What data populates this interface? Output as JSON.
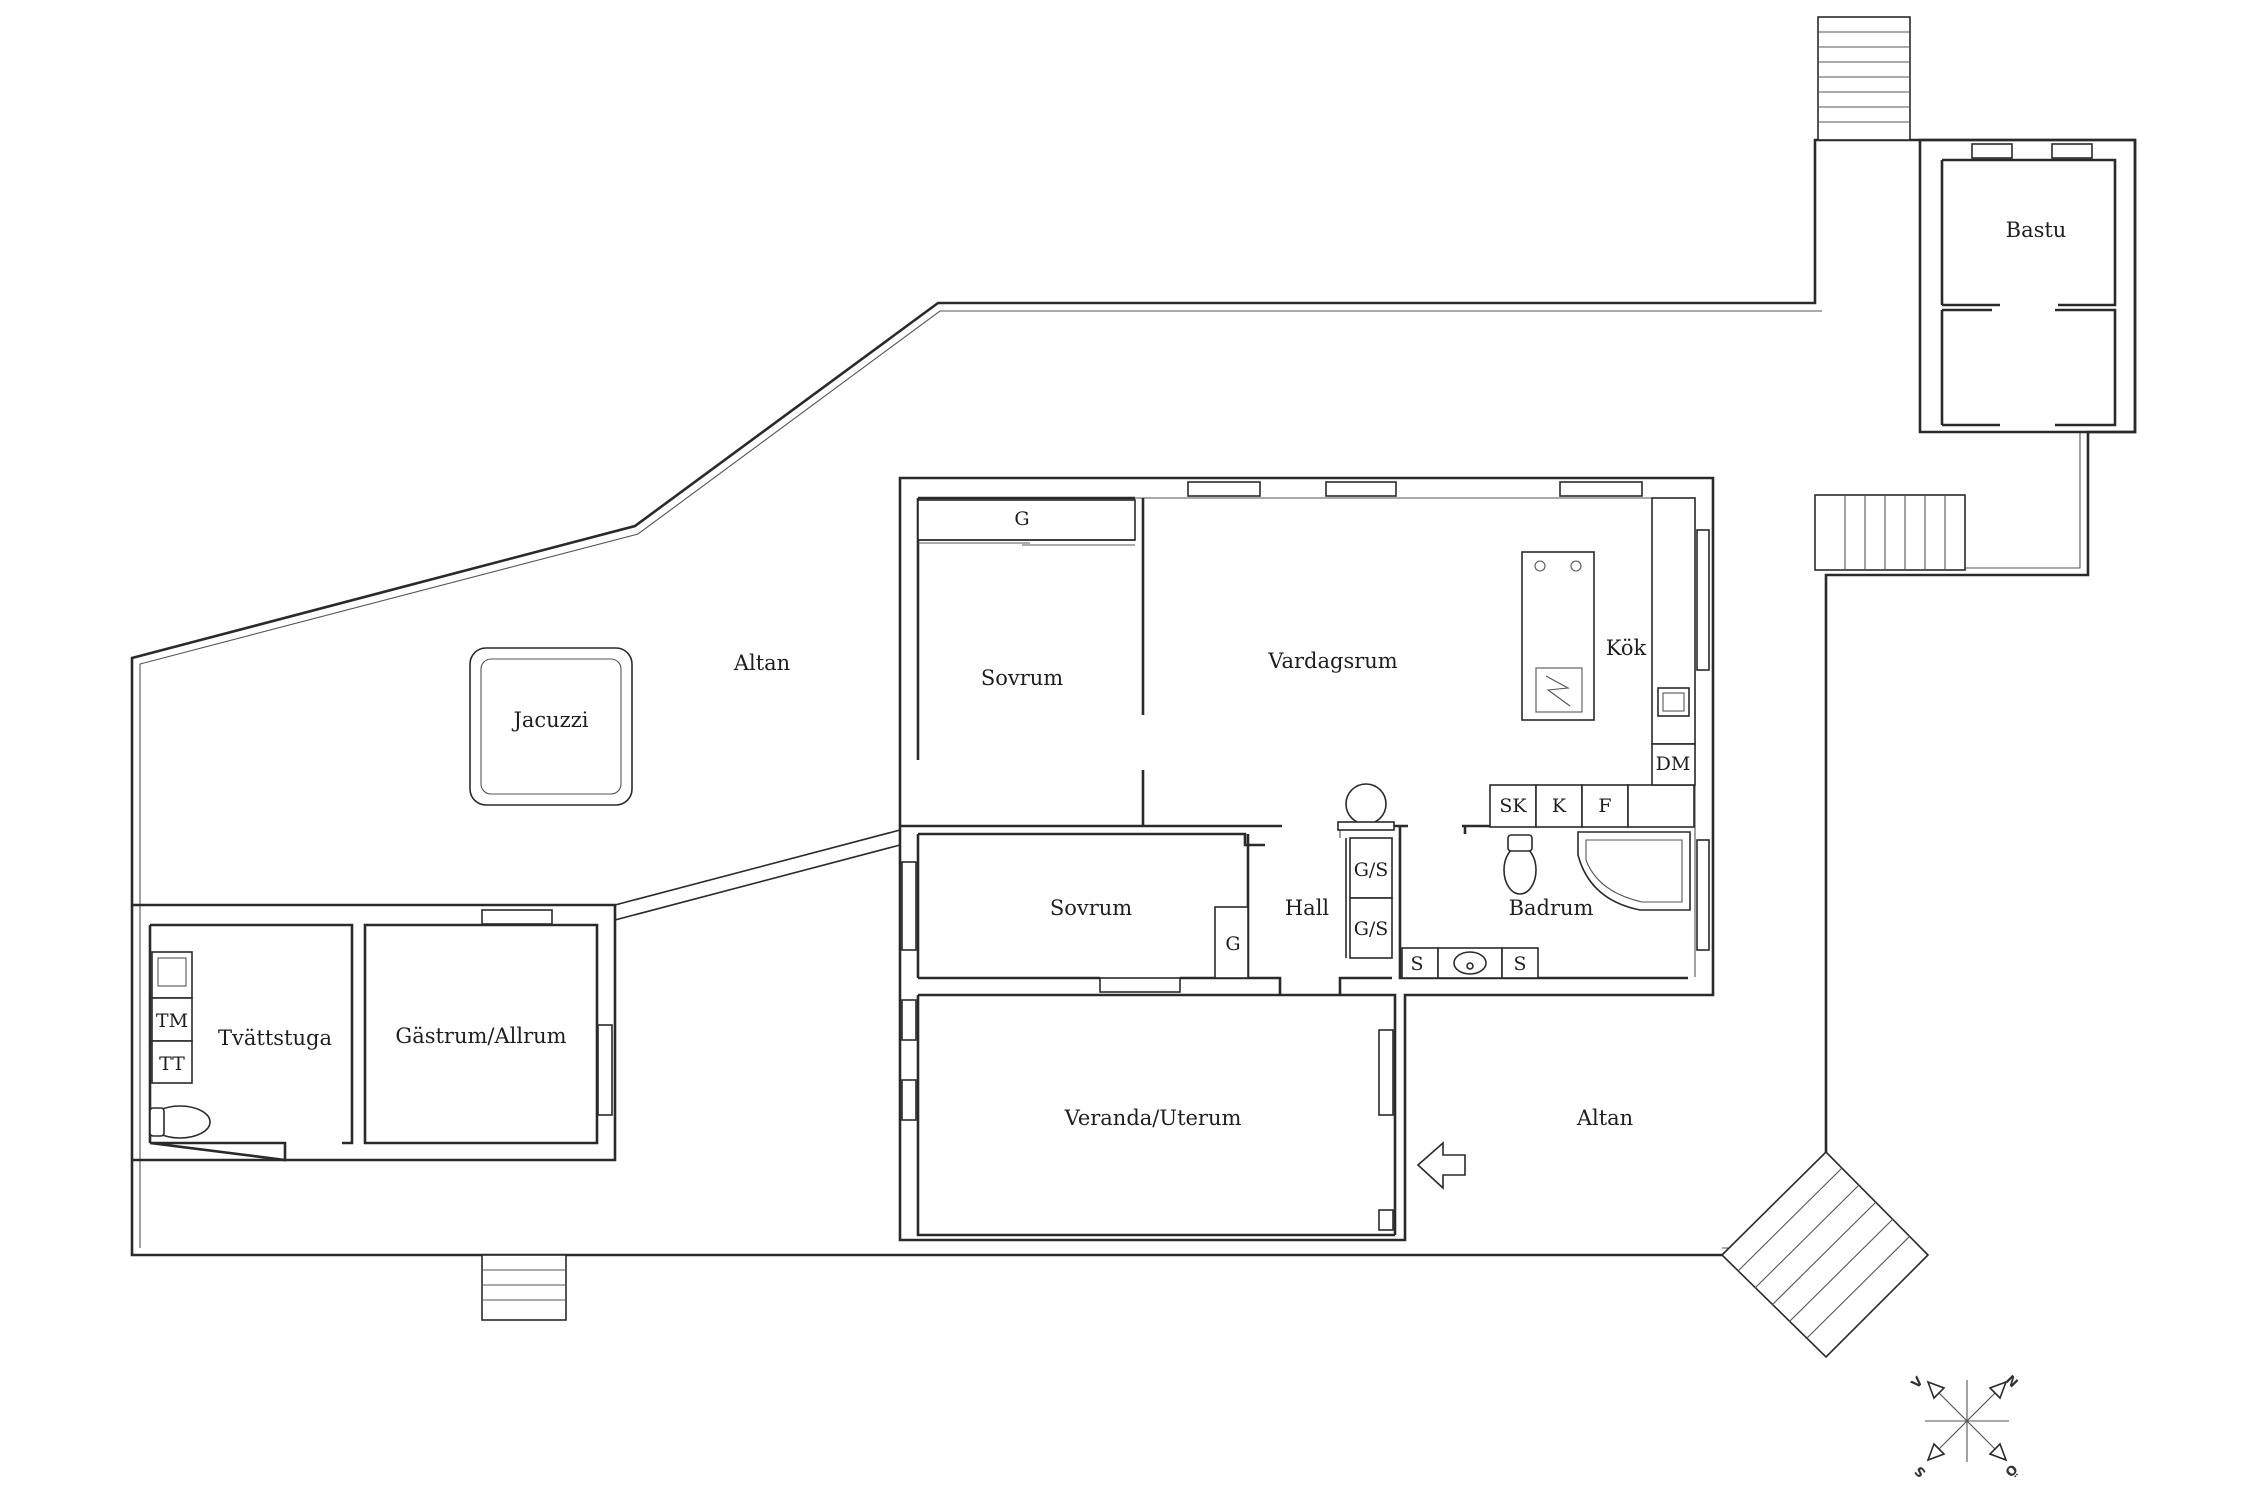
{
  "rooms": {
    "altan_north": "Altan",
    "jacuzzi": "Jacuzzi",
    "sovrum_north": "Sovrum",
    "vardagsrum": "Vardagsrum",
    "kok": "Kök",
    "sovrum_south": "Sovrum",
    "hall": "Hall",
    "badrum": "Badrum",
    "tvattstuga": "Tvättstuga",
    "gastrum": "Gästrum/Allrum",
    "veranda": "Veranda/Uterum",
    "altan_south": "Altan",
    "bastu": "Bastu"
  },
  "fixtures": {
    "g_top": "G",
    "g_sovrum": "G",
    "gs_1": "G/S",
    "gs_2": "G/S",
    "sk": "SK",
    "k": "K",
    "f": "F",
    "dm": "DM",
    "tm": "TM",
    "tt": "TT",
    "s_left": "S",
    "s_right": "S"
  },
  "compass": {
    "n": "N",
    "s": "S",
    "v": "V",
    "o": "Ö"
  }
}
